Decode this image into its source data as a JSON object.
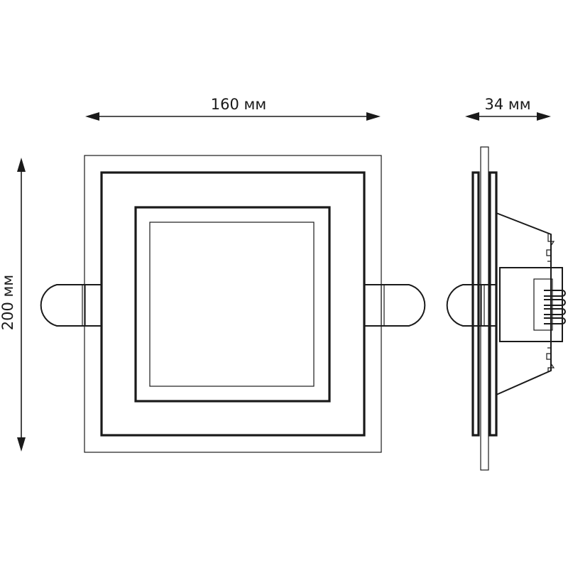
{
  "dimensions": {
    "width_label": "160 мм",
    "height_label": "200 мм",
    "depth_label": "34 мм"
  },
  "colors": {
    "line": "#1a1a1a",
    "background": "#ffffff"
  }
}
